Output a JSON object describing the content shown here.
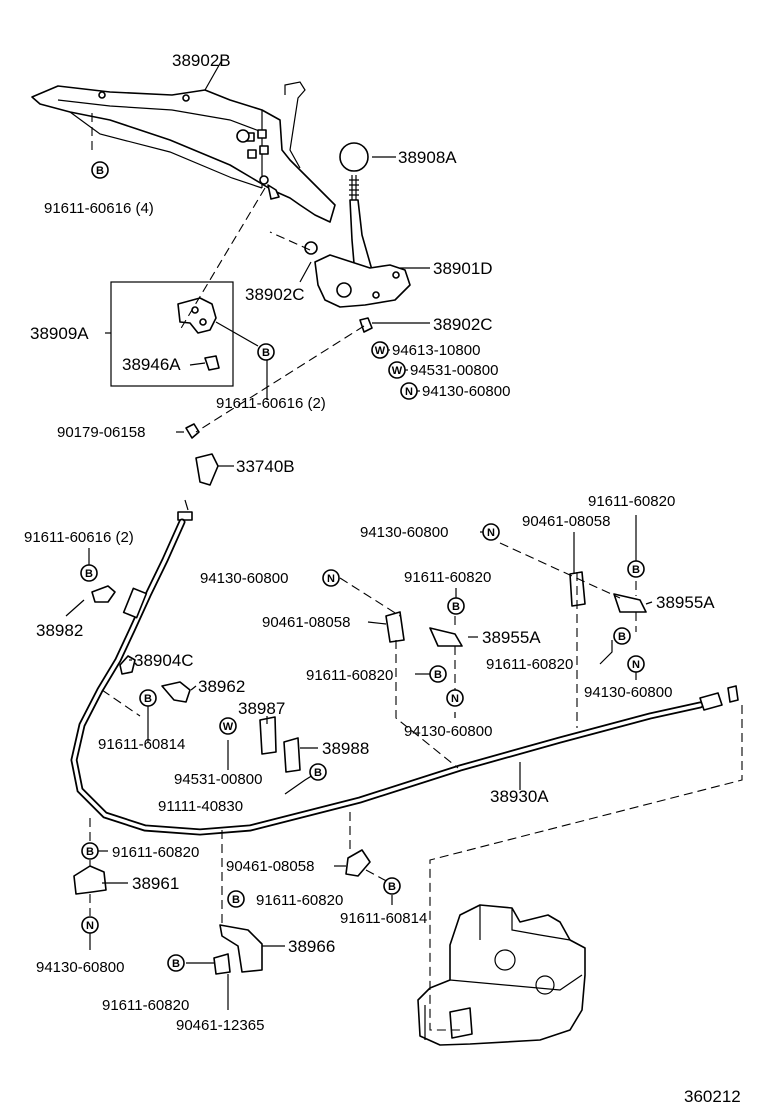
{
  "labels": {
    "p38902B": "38902B",
    "p38908A": "38908A",
    "p91611_60616_4": "91611-60616 (4)",
    "p38901D": "38901D",
    "p38902C_a": "38902C",
    "p38909A": "38909A",
    "p38902C_b": "38902C",
    "p94613_10800": "94613-10800",
    "p94531_00800_a": "94531-00800",
    "p94130_60800_a": "94130-60800",
    "p38946A": "38946A",
    "p91611_60616_2a": "91611-60616 (2)",
    "p90179_06158": "90179-06158",
    "p33740B": "33740B",
    "p91611_60820_a": "91611-60820",
    "p94130_60800_b": "94130-60800",
    "p90461_08058_a": "90461-08058",
    "p91611_60616_2b": "91611-60616 (2)",
    "p94130_60800_c": "94130-60800",
    "p91611_60820_b": "91611-60820",
    "p38955A_a": "38955A",
    "p38982": "38982",
    "p90461_08058_b": "90461-08058",
    "p38955A_b": "38955A",
    "p91611_60820_c": "91611-60820",
    "p38904C": "38904C",
    "p91611_60820_d": "91611-60820",
    "p94130_60800_d": "94130-60800",
    "p38962": "38962",
    "p38987": "38987",
    "p91611_60814_a": "91611-60814",
    "p38988": "38988",
    "p94130_60800_e": "94130-60800",
    "p94531_00800_b": "94531-00800",
    "p38930A": "38930A",
    "p91111_40830": "91111-40830",
    "p91611_60820_e": "91611-60820",
    "p90461_08058_c": "90461-08058",
    "p38961": "38961",
    "p91611_60820_f": "91611-60820",
    "p91611_60814_b": "91611-60814",
    "p38966": "38966",
    "p94130_60800_f": "94130-60800",
    "p91611_60820_g": "91611-60820",
    "p90461_12365": "90461-12365",
    "diagram_number": "360212"
  },
  "symbols": {
    "bolt": "B",
    "washer": "W",
    "nut": "N"
  }
}
